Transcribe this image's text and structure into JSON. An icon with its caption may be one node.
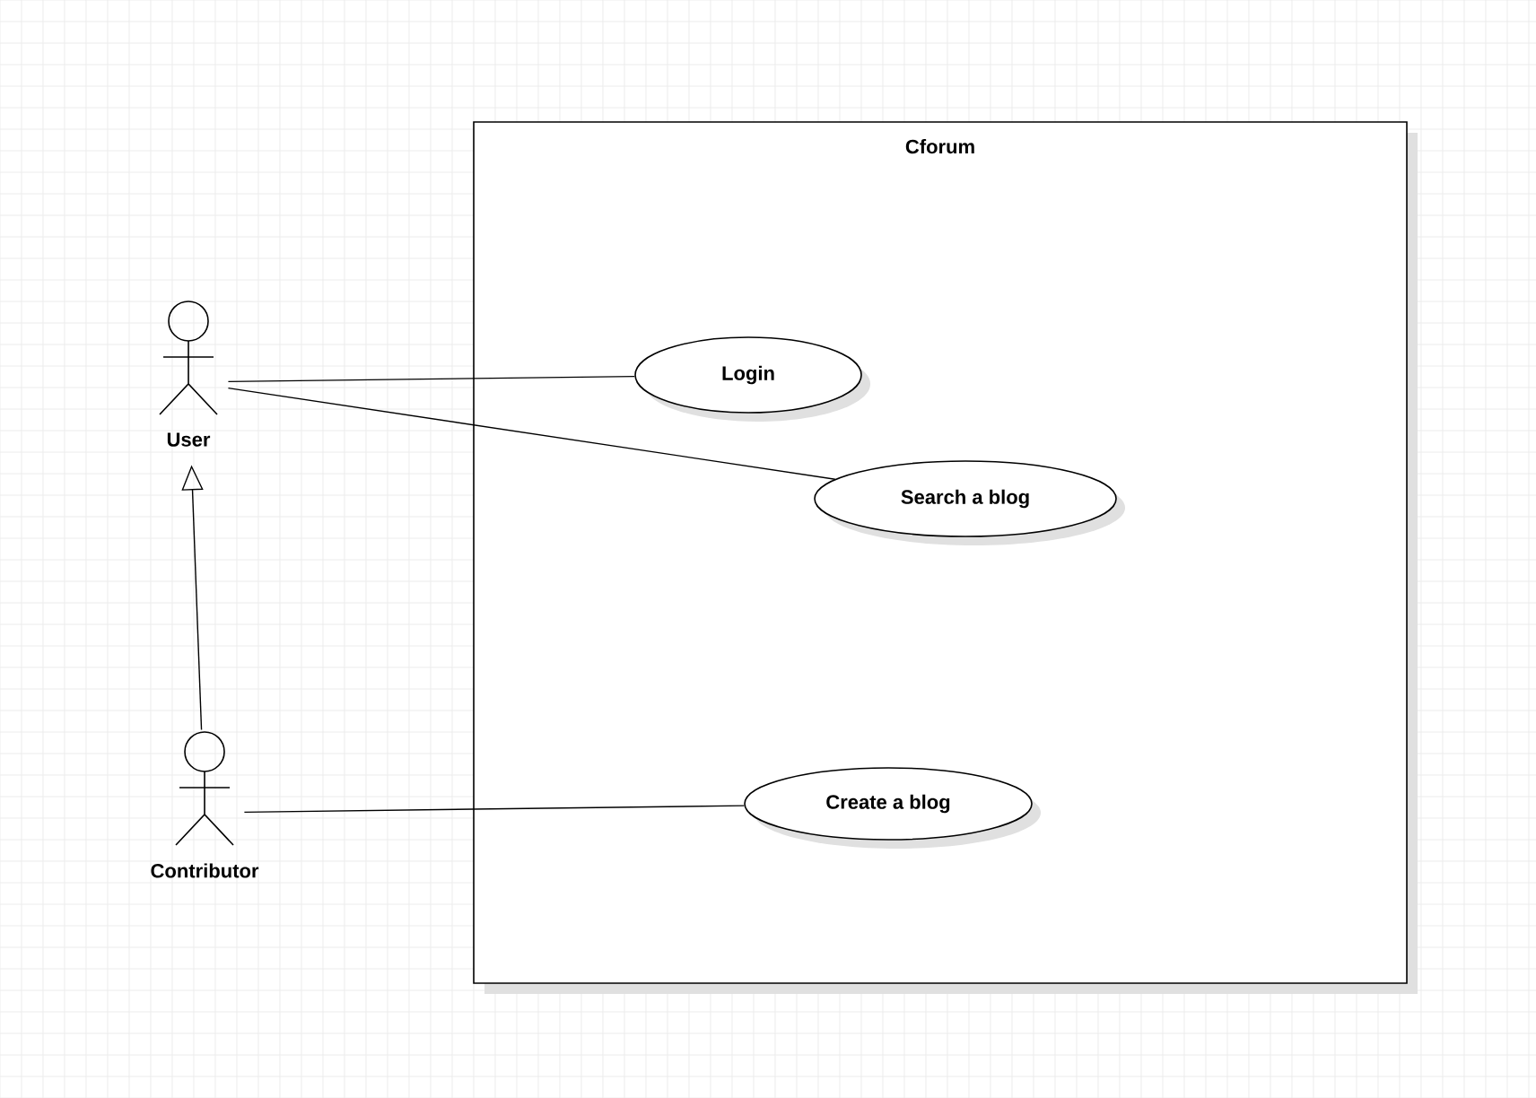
{
  "diagram": {
    "nodes": [
      {
        "text": [
          "Cforum"
        ]
      },
      {
        "text": [
          "User"
        ]
      },
      {
        "text": [
          "Contributor"
        ]
      },
      {
        "text": [
          "Login"
        ],
        "in": 0
      },
      {
        "text": [
          "Search a blog"
        ],
        "in": 0
      },
      {
        "text": [
          "Create a blog"
        ],
        "in": 0
      }
    ],
    "edges": [
      {
        "from": 1,
        "to": 3,
        "arrow": "none"
      },
      {
        "from": 1,
        "to": 4,
        "arrow": "none"
      },
      {
        "from": 2,
        "to": 1,
        "arrow": "to"
      },
      {
        "from": 2,
        "to": 5,
        "arrow": "none"
      }
    ]
  }
}
